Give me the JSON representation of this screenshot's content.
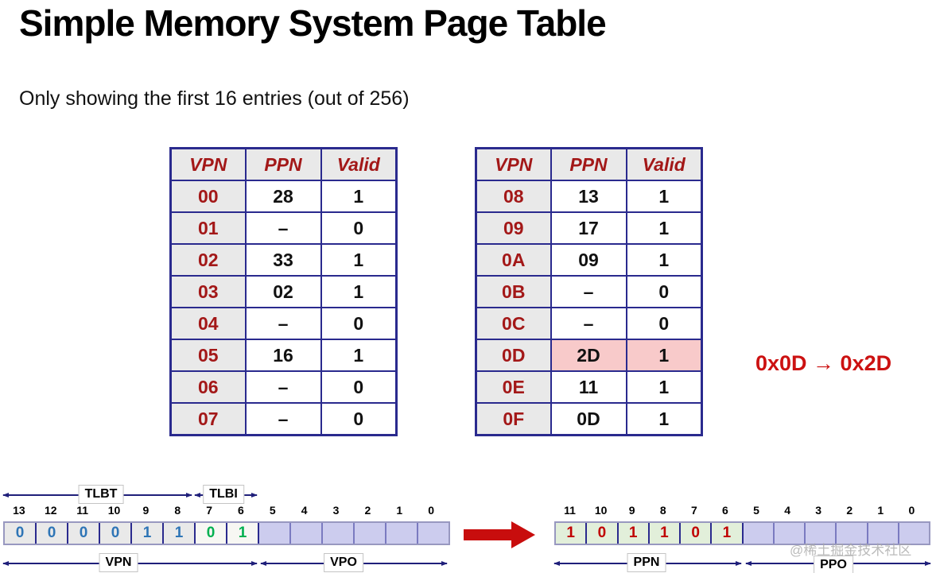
{
  "title": "Simple Memory System Page Table",
  "subtitle": "Only showing the first 16 entries (out of 256)",
  "mapping_note": "0x0D → 0x2D",
  "watermark": "@稀土掘金技术社区",
  "page_tables": {
    "columns": [
      "VPN",
      "PPN",
      "Valid"
    ],
    "left": {
      "rows": [
        {
          "vpn": "00",
          "ppn": "28",
          "valid": "1"
        },
        {
          "vpn": "01",
          "ppn": "–",
          "valid": "0"
        },
        {
          "vpn": "02",
          "ppn": "33",
          "valid": "1"
        },
        {
          "vpn": "03",
          "ppn": "02",
          "valid": "1"
        },
        {
          "vpn": "04",
          "ppn": "–",
          "valid": "0"
        },
        {
          "vpn": "05",
          "ppn": "16",
          "valid": "1"
        },
        {
          "vpn": "06",
          "ppn": "–",
          "valid": "0"
        },
        {
          "vpn": "07",
          "ppn": "–",
          "valid": "0"
        }
      ]
    },
    "right": {
      "rows": [
        {
          "vpn": "08",
          "ppn": "13",
          "valid": "1"
        },
        {
          "vpn": "09",
          "ppn": "17",
          "valid": "1"
        },
        {
          "vpn": "0A",
          "ppn": "09",
          "valid": "1"
        },
        {
          "vpn": "0B",
          "ppn": "–",
          "valid": "0"
        },
        {
          "vpn": "0C",
          "ppn": "–",
          "valid": "0"
        },
        {
          "vpn": "0D",
          "ppn": "2D",
          "valid": "1",
          "highlighted": true
        },
        {
          "vpn": "0E",
          "ppn": "11",
          "valid": "1"
        },
        {
          "vpn": "0F",
          "ppn": "0D",
          "valid": "1"
        }
      ]
    }
  },
  "virtual_address": {
    "bit_numbers": [
      "13",
      "12",
      "11",
      "10",
      "9",
      "8",
      "7",
      "6",
      "5",
      "4",
      "3",
      "2",
      "1",
      "0"
    ],
    "bits": [
      "0",
      "0",
      "0",
      "0",
      "1",
      "1",
      "0",
      "1",
      "",
      "",
      "",
      "",
      "",
      ""
    ],
    "labels": {
      "tlbt": "TLBT",
      "tlbi": "TLBI",
      "vpn": "VPN",
      "vpo": "VPO"
    }
  },
  "physical_address": {
    "bit_numbers": [
      "11",
      "10",
      "9",
      "8",
      "7",
      "6",
      "5",
      "4",
      "3",
      "2",
      "1",
      "0"
    ],
    "bits": [
      "1",
      "0",
      "1",
      "1",
      "0",
      "1",
      "",
      "",
      "",
      "",
      "",
      ""
    ],
    "labels": {
      "ppn": "PPN",
      "ppo": "PPO"
    }
  },
  "colors": {
    "table_border": "#2a2a8e",
    "table_header_text": "#a31818",
    "highlight_pink": "#f8caca",
    "cell_gray": "#e9e9e9",
    "cell_lavender": "#ccccee",
    "cell_green": "#e2efda",
    "bit_blue": "#2e75b6",
    "bit_green": "#00b050",
    "bit_red": "#c00000",
    "accent_red": "#cc1111",
    "arrow_navy": "#1f1f7a",
    "block_arrow_red": "#c80d0d"
  }
}
